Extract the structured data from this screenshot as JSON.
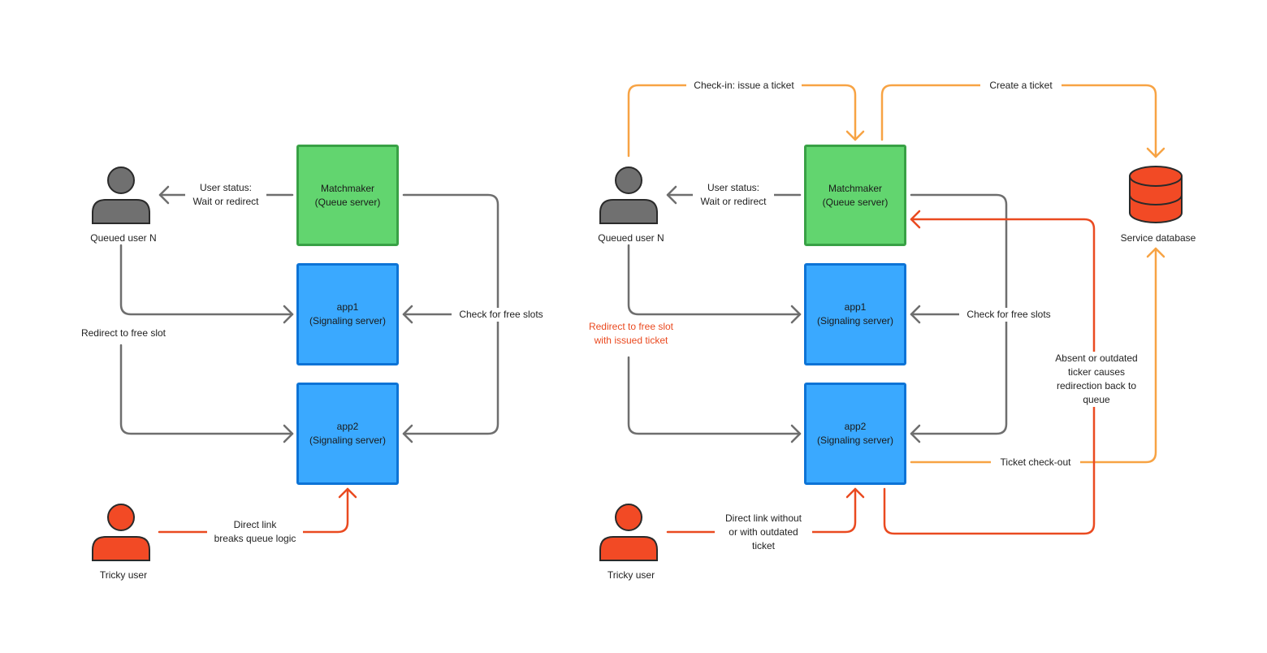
{
  "colors": {
    "gray": "#6e6e6e",
    "orange": "#f7a344",
    "red": "#ea4a20",
    "green_fill": "#62d56f",
    "green_border": "#38a145",
    "blue_fill": "#3aa9ff",
    "blue_border": "#0c73d6",
    "user_gray": "#707070",
    "user_red": "#f24a25"
  },
  "icons": {
    "user": "person-icon",
    "database": "database-icon"
  },
  "left": {
    "queued_user": "Queued user N",
    "tricky_user": "Tricky user",
    "matchmaker": [
      "Matchmaker",
      "(Queue server)"
    ],
    "app1": [
      "app1",
      "(Signaling server)"
    ],
    "app2": [
      "app2",
      "(Signaling server)"
    ],
    "user_status": [
      "User status:",
      "Wait or redirect"
    ],
    "check_slots": "Check for free slots",
    "redirect": "Redirect to free slot",
    "direct_link": [
      "Direct link",
      "breaks queue logic"
    ]
  },
  "right": {
    "queued_user": "Queued user N",
    "tricky_user": "Tricky user",
    "matchmaker": [
      "Matchmaker",
      "(Queue server)"
    ],
    "app1": [
      "app1",
      "(Signaling server)"
    ],
    "app2": [
      "app2",
      "(Signaling server)"
    ],
    "service_db": "Service database",
    "user_status": [
      "User status:",
      "Wait or redirect"
    ],
    "check_slots": "Check for free slots",
    "redirect": [
      "Redirect to free slot",
      "with issued ticket"
    ],
    "check_in": "Check-in: issue a ticket",
    "create_ticket": "Create a ticket",
    "absent": [
      "Absent or outdated",
      "ticker causes",
      "redirection back to",
      "queue"
    ],
    "checkout": "Ticket check-out",
    "direct_link": [
      "Direct link without",
      "or with outdated",
      "ticket"
    ]
  }
}
